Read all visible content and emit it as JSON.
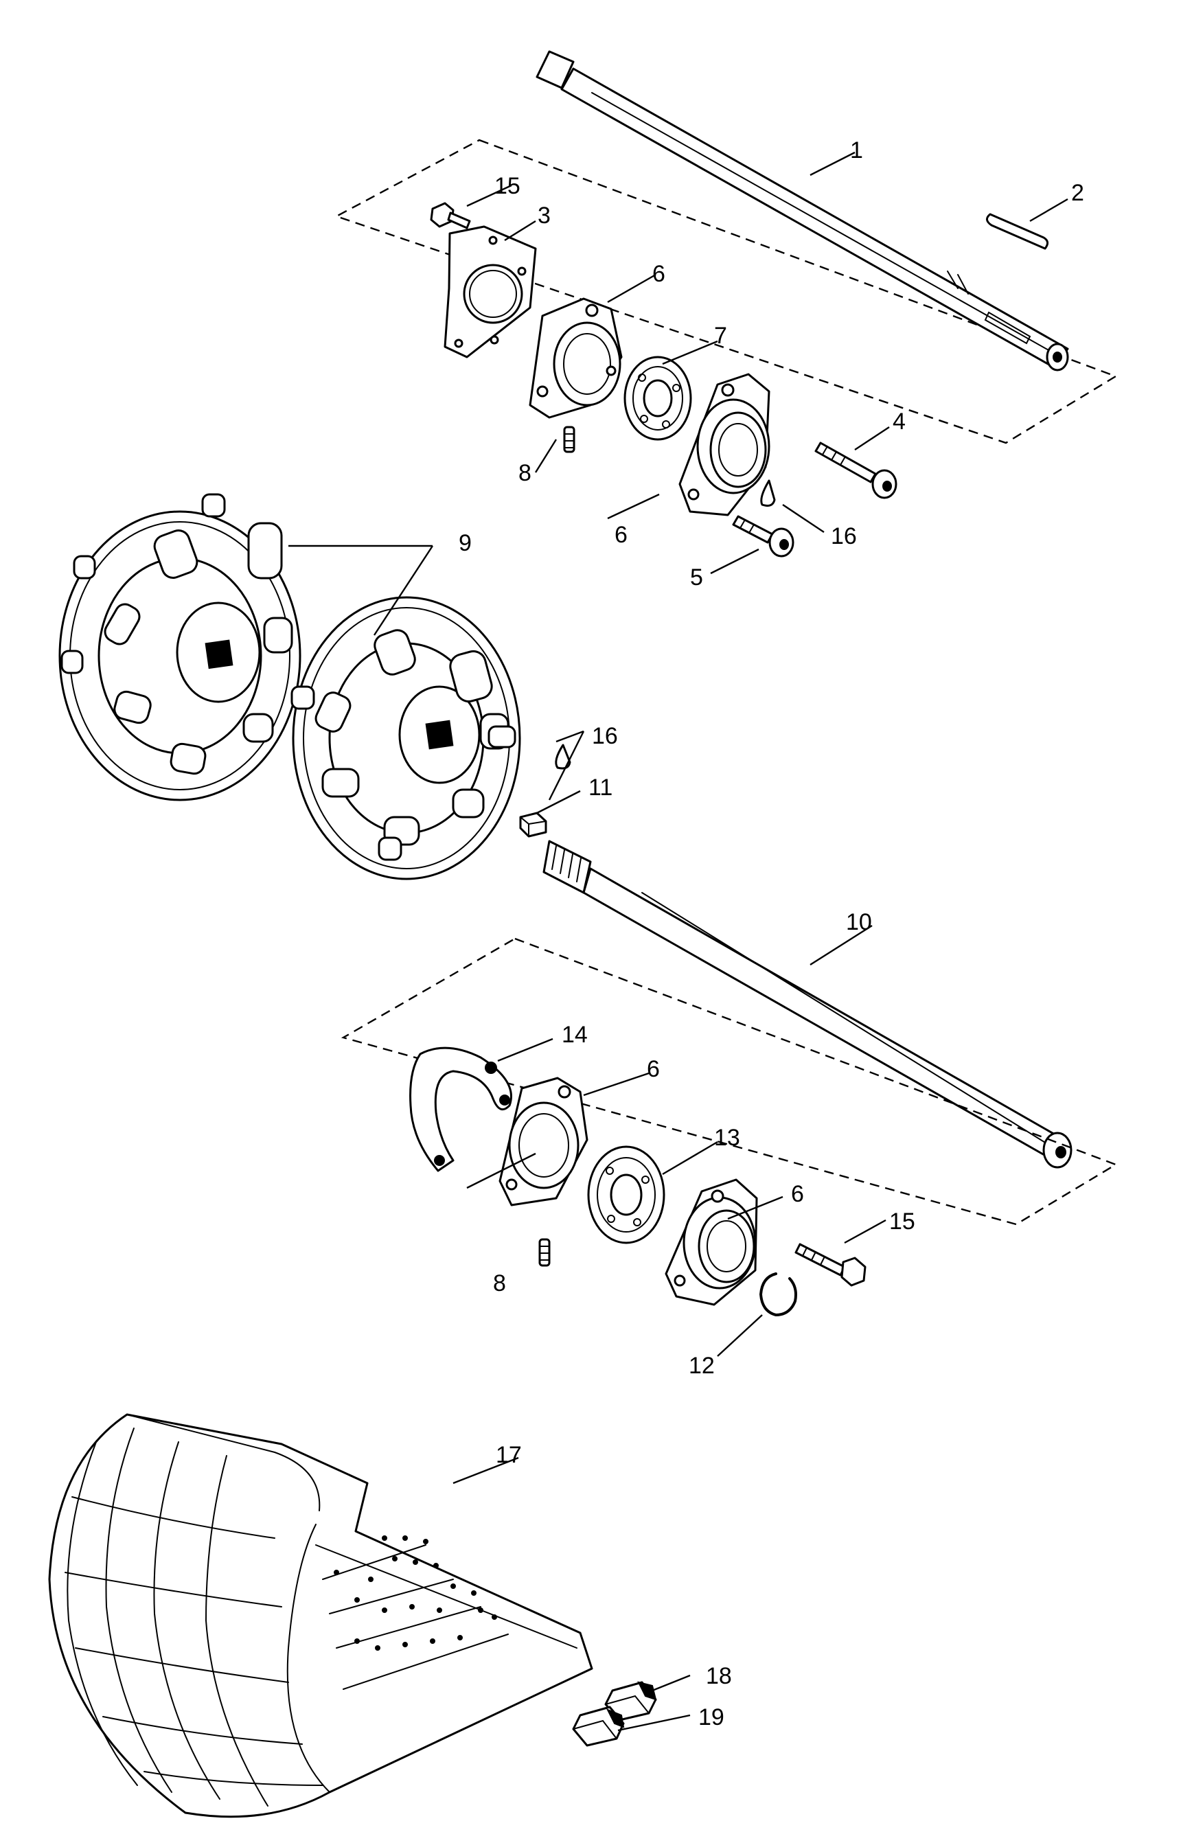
{
  "diagram": {
    "type": "exploded parts diagram",
    "callouts": {
      "c1": "1",
      "c2": "2",
      "c3": "3",
      "c4": "4",
      "c5": "5",
      "c6a": "6",
      "c6b": "6",
      "c6c": "6",
      "c6d": "6",
      "c7": "7",
      "c8a": "8",
      "c8b": "8",
      "c9": "9",
      "c10": "10",
      "c11": "11",
      "c12": "12",
      "c13": "13",
      "c14": "14",
      "c15a": "15",
      "c15b": "15",
      "c16a": "16",
      "c16b": "16",
      "c17": "17",
      "c18": "18",
      "c19": "19"
    }
  }
}
